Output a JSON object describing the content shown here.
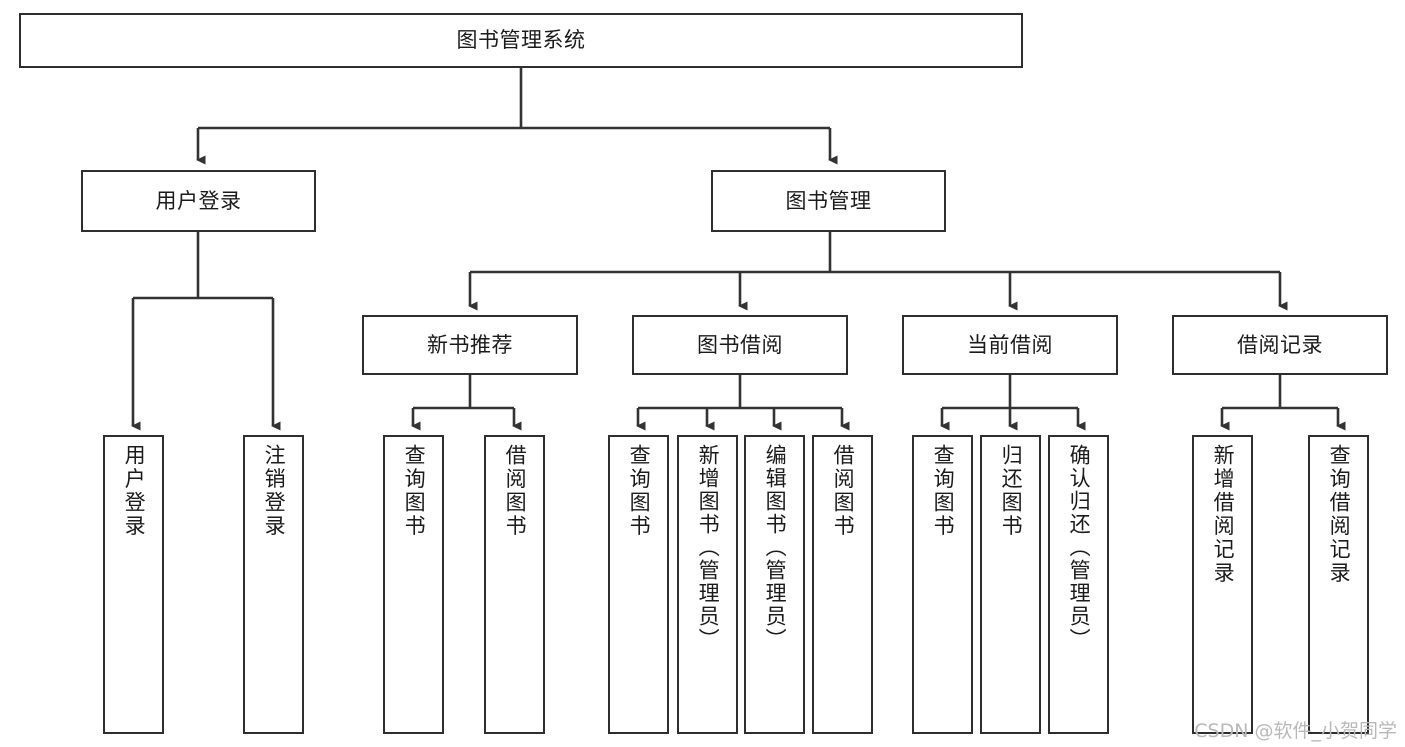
{
  "diagram": {
    "title": "图书管理系统",
    "type": "tree-hierarchy",
    "watermark": "CSDN @软件_小贺同学",
    "colors": {
      "box_border": "#2e2e2e",
      "box_fill": "#ffffff",
      "connector": "#333333",
      "text": "#1b1b1b",
      "watermark": "#b9b9b9"
    },
    "levels": {
      "root": {
        "label": "图书管理系统"
      },
      "level2": [
        {
          "label": "用户登录"
        },
        {
          "label": "图书管理"
        }
      ],
      "level3": [
        {
          "label": "新书推荐"
        },
        {
          "label": "图书借阅"
        },
        {
          "label": "当前借阅"
        },
        {
          "label": "借阅记录"
        }
      ],
      "leaves": {
        "user_login": [
          {
            "label": "用户登录"
          },
          {
            "label": "注销登录"
          }
        ],
        "new_book_recommend": [
          {
            "label": "查询图书"
          },
          {
            "label": "借阅图书"
          }
        ],
        "book_borrow": [
          {
            "label": "查询图书"
          },
          {
            "label": "新增图书（管理员）"
          },
          {
            "label": "编辑图书（管理员）"
          },
          {
            "label": "借阅图书"
          }
        ],
        "current_borrow": [
          {
            "label": "查询图书"
          },
          {
            "label": "归还图书"
          },
          {
            "label": "确认归还（管理员）"
          }
        ],
        "borrow_record": [
          {
            "label": "新增借阅记录"
          },
          {
            "label": "查询借阅记录"
          }
        ]
      }
    }
  }
}
